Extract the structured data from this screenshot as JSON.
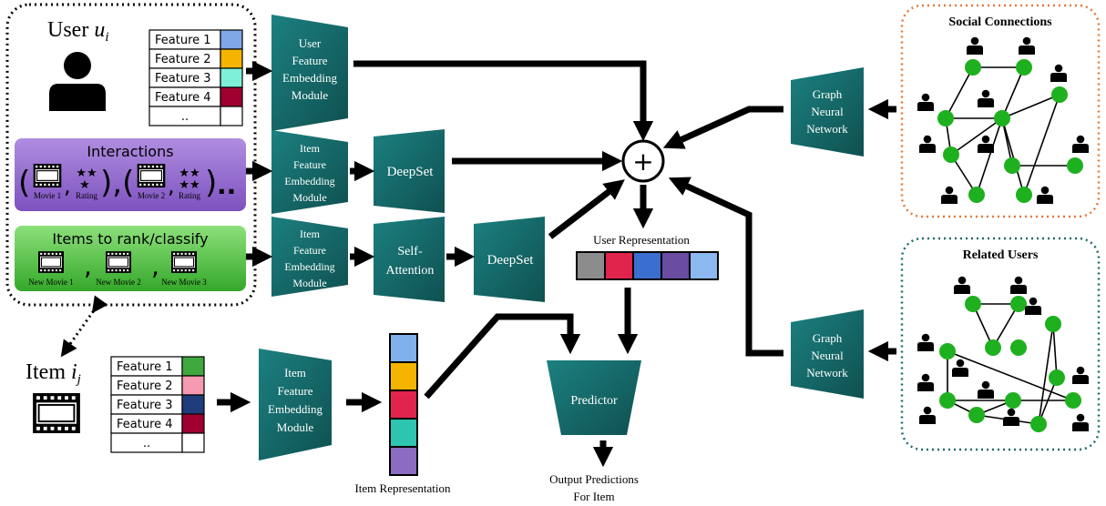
{
  "user_panel": {
    "title": "User",
    "subscript": "u",
    "subscript_index": "i",
    "features": [
      "Feature 1",
      "Feature 2",
      "Feature 3",
      "Feature 4",
      ".."
    ],
    "feature_colors": [
      "#7fa8e6",
      "#f4b400",
      "#7ff0d8",
      "#a00030",
      "#ffffff"
    ]
  },
  "interactions": {
    "title": "Interactions",
    "movie_labels": [
      "Movie 1",
      "Movie 2"
    ],
    "rating_label": "Rating",
    "ellipsis": ".."
  },
  "items_to_rank": {
    "title": "Items to rank/classify",
    "movies": [
      "New Movie 1",
      "New Movie 2",
      "New Movie 3"
    ]
  },
  "item_panel": {
    "title": "Item",
    "subscript": "i",
    "subscript_index": "j",
    "features": [
      "Feature 1",
      "Feature 2",
      "Feature 3",
      "Feature 4",
      ".."
    ],
    "feature_colors": [
      "#3fa83f",
      "#f59ab0",
      "#1f3d7a",
      "#a00030",
      "#ffffff"
    ]
  },
  "modules": {
    "user_feature_embedding": [
      "User",
      "Feature",
      "Embedding",
      "Module"
    ],
    "item_feature_embedding": [
      "Item",
      "Feature",
      "Embedding",
      "Module"
    ],
    "deepset": "DeepSet",
    "self_attention": [
      "Self-",
      "Attention"
    ],
    "graph_neural_network": [
      "Graph",
      "Neural",
      "Network"
    ],
    "predictor": "Predictor",
    "plus": "+"
  },
  "user_representation": {
    "label": "User Representation",
    "colors": [
      "#8c8c8c",
      "#e0244c",
      "#3a6fd0",
      "#6a4ca0",
      "#8ab8ef"
    ]
  },
  "item_representation": {
    "label": "Item Representation",
    "colors": [
      "#7fb0ea",
      "#f4b400",
      "#e0244c",
      "#2ec4b0",
      "#8a6cc0"
    ]
  },
  "output": {
    "line1": "Output Predictions",
    "line2": "For Item"
  },
  "social_connections": {
    "title": "Social Connections",
    "border_color": "#e07a3a"
  },
  "related_users": {
    "title": "Related Users",
    "border_color": "#1f6b6b"
  },
  "colors": {
    "module_teal": "#1a6f6f",
    "node_green": "#1fb01f",
    "interactions_purple": "#9a6fcf",
    "items_green": "#4cc23a"
  }
}
